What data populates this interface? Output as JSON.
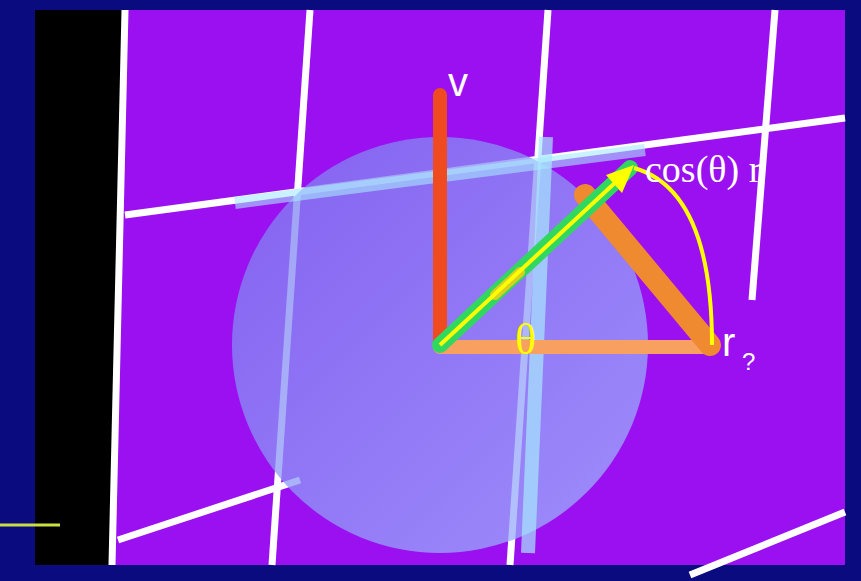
{
  "diagram": {
    "labels": [
      "v",
      "θ",
      "cos(θ) r",
      "r",
      "?"
    ]
  }
}
